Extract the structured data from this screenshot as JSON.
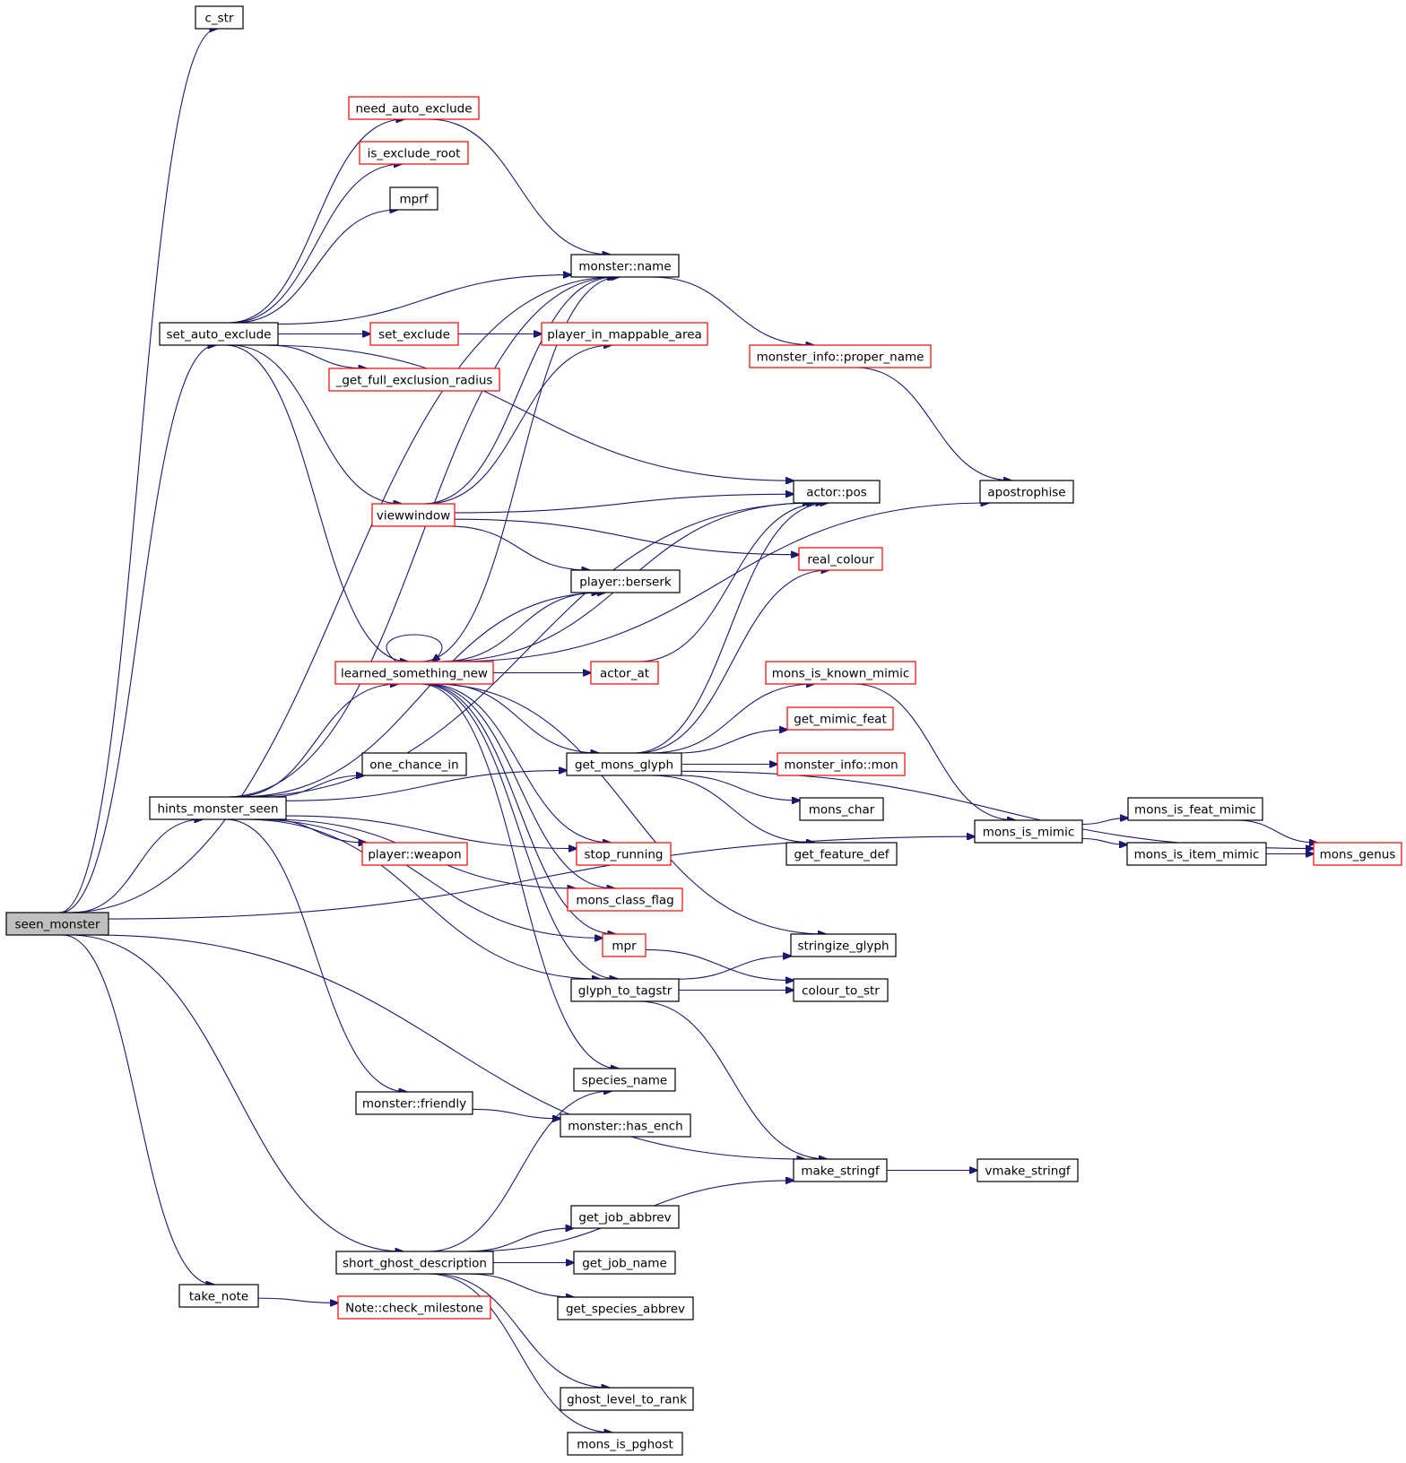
{
  "diagram": {
    "title": "",
    "colors": {
      "edge": "#191970",
      "border_normal": "#000000",
      "border_truncated": "#ff0000",
      "root_fill": "#bfbfbf"
    },
    "nodes": [
      {
        "id": "seen_monster",
        "label": "seen_monster",
        "style": "root"
      },
      {
        "id": "c_str",
        "label": "c_str",
        "style": "black"
      },
      {
        "id": "need_auto_exclude",
        "label": "need_auto_exclude",
        "style": "red"
      },
      {
        "id": "is_exclude_root",
        "label": "is_exclude_root",
        "style": "red"
      },
      {
        "id": "mprf",
        "label": "mprf",
        "style": "black"
      },
      {
        "id": "monster_name",
        "label": "monster::name",
        "style": "black"
      },
      {
        "id": "set_auto_exclude",
        "label": "set_auto_exclude",
        "style": "black"
      },
      {
        "id": "set_exclude",
        "label": "set_exclude",
        "style": "red"
      },
      {
        "id": "player_in_mappable_area",
        "label": "player_in_mappable_area",
        "style": "red"
      },
      {
        "id": "monster_info_proper_name",
        "label": "monster_info::proper_name",
        "style": "red"
      },
      {
        "id": "get_full_exclusion_radius",
        "label": "_get_full_exclusion_radius",
        "style": "red"
      },
      {
        "id": "actor_pos",
        "label": "actor::pos",
        "style": "black"
      },
      {
        "id": "apostrophise",
        "label": "apostrophise",
        "style": "black"
      },
      {
        "id": "viewwindow",
        "label": "viewwindow",
        "style": "red"
      },
      {
        "id": "real_colour",
        "label": "real_colour",
        "style": "red"
      },
      {
        "id": "player_berserk",
        "label": "player::berserk",
        "style": "black"
      },
      {
        "id": "learned_something_new",
        "label": "learned_something_new",
        "style": "red"
      },
      {
        "id": "actor_at",
        "label": "actor_at",
        "style": "red"
      },
      {
        "id": "mons_is_known_mimic",
        "label": "mons_is_known_mimic",
        "style": "red"
      },
      {
        "id": "get_mimic_feat",
        "label": "get_mimic_feat",
        "style": "red"
      },
      {
        "id": "one_chance_in",
        "label": "one_chance_in",
        "style": "black"
      },
      {
        "id": "get_mons_glyph",
        "label": "get_mons_glyph",
        "style": "black"
      },
      {
        "id": "monster_info_mon",
        "label": "monster_info::mon",
        "style": "red"
      },
      {
        "id": "hints_monster_seen",
        "label": "hints_monster_seen",
        "style": "black"
      },
      {
        "id": "mons_char",
        "label": "mons_char",
        "style": "black"
      },
      {
        "id": "mons_is_feat_mimic",
        "label": "mons_is_feat_mimic",
        "style": "black"
      },
      {
        "id": "mons_is_mimic",
        "label": "mons_is_mimic",
        "style": "black"
      },
      {
        "id": "player_weapon",
        "label": "player::weapon",
        "style": "red"
      },
      {
        "id": "stop_running",
        "label": "stop_running",
        "style": "red"
      },
      {
        "id": "get_feature_def",
        "label": "get_feature_def",
        "style": "black"
      },
      {
        "id": "mons_is_item_mimic",
        "label": "mons_is_item_mimic",
        "style": "black"
      },
      {
        "id": "mons_genus",
        "label": "mons_genus",
        "style": "red"
      },
      {
        "id": "mons_class_flag",
        "label": "mons_class_flag",
        "style": "red"
      },
      {
        "id": "stringize_glyph",
        "label": "stringize_glyph",
        "style": "black"
      },
      {
        "id": "mpr",
        "label": "mpr",
        "style": "red"
      },
      {
        "id": "glyph_to_tagstr",
        "label": "glyph_to_tagstr",
        "style": "black"
      },
      {
        "id": "colour_to_str",
        "label": "colour_to_str",
        "style": "black"
      },
      {
        "id": "species_name",
        "label": "species_name",
        "style": "black"
      },
      {
        "id": "monster_friendly",
        "label": "monster::friendly",
        "style": "black"
      },
      {
        "id": "monster_has_ench",
        "label": "monster::has_ench",
        "style": "black"
      },
      {
        "id": "make_stringf",
        "label": "make_stringf",
        "style": "black"
      },
      {
        "id": "vmake_stringf",
        "label": "vmake_stringf",
        "style": "black"
      },
      {
        "id": "get_job_abbrev",
        "label": "get_job_abbrev",
        "style": "black"
      },
      {
        "id": "short_ghost_description",
        "label": "short_ghost_description",
        "style": "black"
      },
      {
        "id": "get_job_name",
        "label": "get_job_name",
        "style": "black"
      },
      {
        "id": "take_note",
        "label": "take_note",
        "style": "black"
      },
      {
        "id": "note_check_milestone",
        "label": "Note::check_milestone",
        "style": "red"
      },
      {
        "id": "get_species_abbrev",
        "label": "get_species_abbrev",
        "style": "black"
      },
      {
        "id": "ghost_level_to_rank",
        "label": "ghost_level_to_rank",
        "style": "black"
      },
      {
        "id": "mons_is_pghost",
        "label": "mons_is_pghost",
        "style": "black"
      }
    ],
    "edges": [
      [
        "seen_monster",
        "c_str"
      ],
      [
        "seen_monster",
        "monster_name"
      ],
      [
        "seen_monster",
        "set_auto_exclude"
      ],
      [
        "seen_monster",
        "hints_monster_seen"
      ],
      [
        "seen_monster",
        "mons_is_mimic"
      ],
      [
        "seen_monster",
        "make_stringf"
      ],
      [
        "seen_monster",
        "short_ghost_description"
      ],
      [
        "seen_monster",
        "take_note"
      ],
      [
        "set_auto_exclude",
        "need_auto_exclude"
      ],
      [
        "set_auto_exclude",
        "is_exclude_root"
      ],
      [
        "set_auto_exclude",
        "mprf"
      ],
      [
        "set_auto_exclude",
        "monster_name"
      ],
      [
        "set_auto_exclude",
        "player_in_mappable_area"
      ],
      [
        "set_auto_exclude",
        "set_exclude"
      ],
      [
        "set_auto_exclude",
        "get_full_exclusion_radius"
      ],
      [
        "set_auto_exclude",
        "actor_pos"
      ],
      [
        "set_auto_exclude",
        "viewwindow"
      ],
      [
        "set_auto_exclude",
        "learned_something_new"
      ],
      [
        "need_auto_exclude",
        "monster_name"
      ],
      [
        "set_exclude",
        "player_in_mappable_area"
      ],
      [
        "monster_name",
        "monster_info_proper_name"
      ],
      [
        "monster_info_proper_name",
        "apostrophise"
      ],
      [
        "viewwindow",
        "monster_name"
      ],
      [
        "viewwindow",
        "player_in_mappable_area"
      ],
      [
        "viewwindow",
        "actor_pos"
      ],
      [
        "viewwindow",
        "real_colour"
      ],
      [
        "viewwindow",
        "player_berserk"
      ],
      [
        "hints_monster_seen",
        "monster_name"
      ],
      [
        "hints_monster_seen",
        "actor_pos"
      ],
      [
        "hints_monster_seen",
        "player_berserk"
      ],
      [
        "hints_monster_seen",
        "learned_something_new"
      ],
      [
        "hints_monster_seen",
        "get_mons_glyph"
      ],
      [
        "hints_monster_seen",
        "one_chance_in"
      ],
      [
        "hints_monster_seen",
        "player_weapon"
      ],
      [
        "hints_monster_seen",
        "stop_running"
      ],
      [
        "hints_monster_seen",
        "mons_class_flag"
      ],
      [
        "hints_monster_seen",
        "mpr"
      ],
      [
        "hints_monster_seen",
        "glyph_to_tagstr"
      ],
      [
        "hints_monster_seen",
        "monster_friendly"
      ],
      [
        "learned_something_new",
        "learned_something_new"
      ],
      [
        "learned_something_new",
        "monster_name"
      ],
      [
        "learned_something_new",
        "player_berserk"
      ],
      [
        "learned_something_new",
        "actor_pos"
      ],
      [
        "learned_something_new",
        "actor_at"
      ],
      [
        "learned_something_new",
        "apostrophise"
      ],
      [
        "learned_something_new",
        "get_mons_glyph"
      ],
      [
        "learned_something_new",
        "stop_running"
      ],
      [
        "learned_something_new",
        "mons_class_flag"
      ],
      [
        "learned_something_new",
        "mpr"
      ],
      [
        "learned_something_new",
        "glyph_to_tagstr"
      ],
      [
        "learned_something_new",
        "stringize_glyph"
      ],
      [
        "learned_something_new",
        "species_name"
      ],
      [
        "actor_at",
        "actor_pos"
      ],
      [
        "get_mons_glyph",
        "actor_pos"
      ],
      [
        "get_mons_glyph",
        "real_colour"
      ],
      [
        "get_mons_glyph",
        "mons_is_known_mimic"
      ],
      [
        "get_mons_glyph",
        "get_mimic_feat"
      ],
      [
        "get_mons_glyph",
        "monster_info_mon"
      ],
      [
        "get_mons_glyph",
        "mons_char"
      ],
      [
        "get_mons_glyph",
        "get_feature_def"
      ],
      [
        "get_mons_glyph",
        "mons_genus"
      ],
      [
        "mons_is_known_mimic",
        "mons_is_mimic"
      ],
      [
        "mons_is_mimic",
        "mons_is_feat_mimic"
      ],
      [
        "mons_is_mimic",
        "mons_is_item_mimic"
      ],
      [
        "mons_is_feat_mimic",
        "mons_genus"
      ],
      [
        "mons_is_item_mimic",
        "mons_genus"
      ],
      [
        "mpr",
        "colour_to_str"
      ],
      [
        "glyph_to_tagstr",
        "stringize_glyph"
      ],
      [
        "glyph_to_tagstr",
        "colour_to_str"
      ],
      [
        "glyph_to_tagstr",
        "make_stringf"
      ],
      [
        "monster_friendly",
        "monster_has_ench"
      ],
      [
        "make_stringf",
        "vmake_stringf"
      ],
      [
        "short_ghost_description",
        "species_name"
      ],
      [
        "short_ghost_description",
        "get_job_abbrev"
      ],
      [
        "short_ghost_description",
        "get_job_name"
      ],
      [
        "short_ghost_description",
        "get_species_abbrev"
      ],
      [
        "short_ghost_description",
        "make_stringf"
      ],
      [
        "short_ghost_description",
        "ghost_level_to_rank"
      ],
      [
        "short_ghost_description",
        "mons_is_pghost"
      ],
      [
        "take_note",
        "note_check_milestone"
      ]
    ]
  }
}
